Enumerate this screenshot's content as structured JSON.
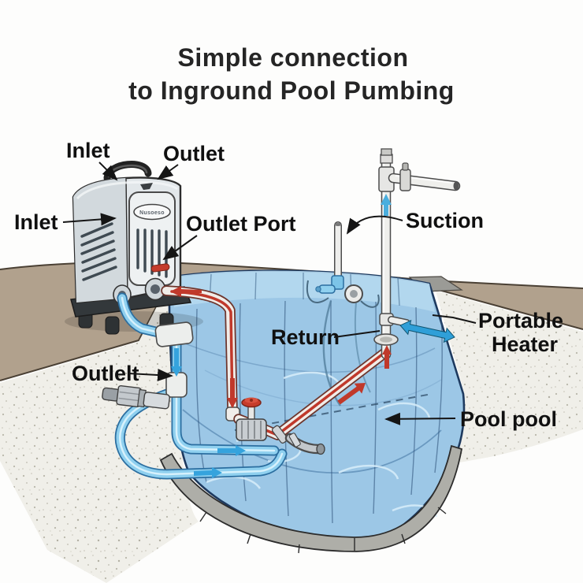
{
  "title": {
    "line1": "Simple connection",
    "line2": "to Inground Pool Pumbing"
  },
  "device": {
    "brand": "Nusoeso"
  },
  "labels": {
    "inlet_top": "Inlet",
    "outlet_top": "Outlet",
    "inlet_side": "Inlet",
    "outlet_port": "Outlet Port",
    "suction": "Suction",
    "return": "Return",
    "portable_heater_line1": "Portable",
    "portable_heater_line2": "Heater",
    "outlet_valve": "Outlelt",
    "pool": "Pool pool"
  },
  "colors": {
    "cold_pipe": "#8fd0ef",
    "cold_arrow": "#35a3dd",
    "hot_stripe": "#c0392b",
    "hot_arrow": "#c0392b",
    "pool_water": "#a8d0ec",
    "pool_outline": "#1e3a5f",
    "ground_soil": "#b1a18d",
    "ground_concrete": "#f0efe9",
    "heater_body": "#e2e7ea",
    "valve_knob": "#c63c2b",
    "curb_gray": "#aeaea8",
    "label_text": "#101010"
  }
}
